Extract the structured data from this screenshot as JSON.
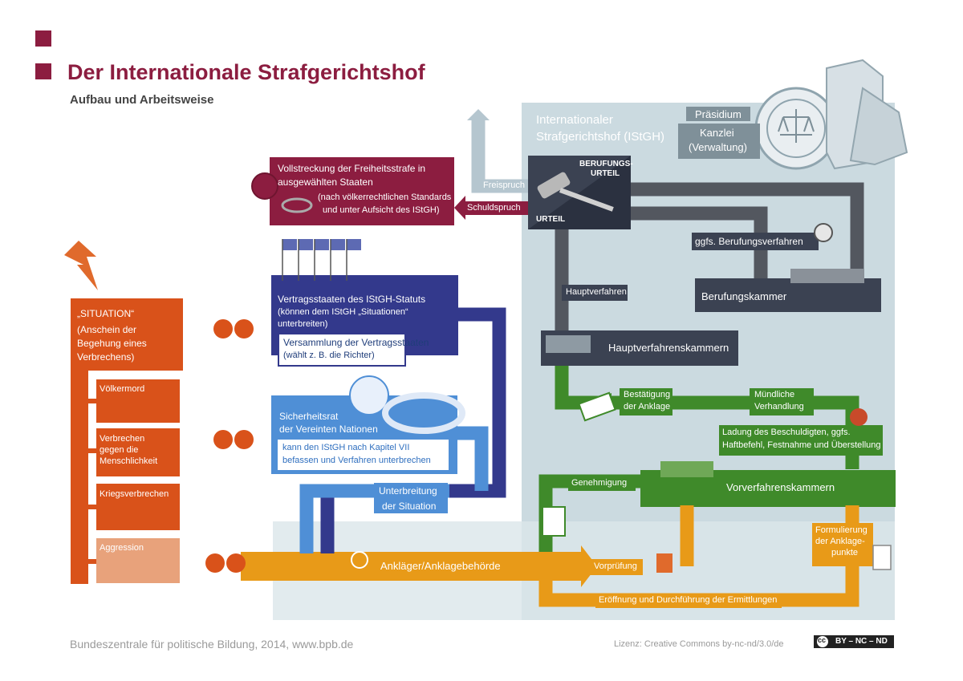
{
  "header": {
    "title": "Der Internationale Strafgerichtshof",
    "subtitle": "Aufbau und Arbeitsweise"
  },
  "court": {
    "name_line1": "Internationaler",
    "name_line2": "Strafgerichtshof (IStGH)",
    "praesidium": "Präsidium",
    "kanzlei_line1": "Kanzlei",
    "kanzlei_line2": "(Verwaltung)",
    "berufungsurteil_line1": "BERUFUNGS-",
    "berufungsurteil_line2": "URTEIL",
    "urteil": "URTEIL",
    "freispruch": "Freispruch",
    "schuldspruch": "Schuldspruch",
    "berufungsverfahren": "ggfs. Berufungsverfahren",
    "berufungskammer": "Berufungskammer",
    "hauptverfahren": "Hauptverfahren",
    "hauptverfahrenskammern": "Hauptverfahrenskammern",
    "bestaetigung_line1": "Bestätigung",
    "bestaetigung_line2": "der Anklage",
    "muendliche_line1": "Mündliche",
    "muendliche_line2": "Verhandlung",
    "ladung_line1": "Ladung des Beschuldigten, ggfs.",
    "ladung_line2": "Haftbefehl, Festnahme und Überstellung",
    "genehmigung": "Genehmigung",
    "vorverfahrenskammern": "Vorverfahrenskammern",
    "formulierung_line1": "Formulierung",
    "formulierung_line2": "der Anklage-",
    "formulierung_line3": "punkte",
    "vorpruefung": "Vorprüfung",
    "ermittlungen": "Eröffnung und Durchführung der Ermittlungen",
    "anklaeger": "Ankläger/Anklagebehörde"
  },
  "vollstreckung": {
    "line1": "Vollstreckung der Freiheitsstrafe in",
    "line2": "ausgewählten Staaten",
    "line3": "(nach völkerrechtlichen Standards",
    "line4": "und unter Aufsicht des IStGH)"
  },
  "vertragsstaaten": {
    "line1": "Vertragsstaaten des IStGH-Statuts",
    "line2": "(können dem IStGH „Situationen“",
    "line3": "unterbreiten)",
    "versammlung_line1": "Versammlung der Vertragsstaaten",
    "versammlung_line2": "(wählt z. B. die Richter)"
  },
  "sicherheitsrat": {
    "line1": "Sicherheitsrat",
    "line2": "der Vereinten Nationen",
    "body_line1": "kann den IStGH nach Kapitel VII",
    "body_line2": "befassen und Verfahren unterbrechen"
  },
  "unterbreitung": {
    "line1": "Unterbreitung",
    "line2": "der Situation"
  },
  "situation": {
    "label": "„SITUATION“",
    "desc_line1": "(Anschein der",
    "desc_line2": "Begehung eines",
    "desc_line3": "Verbrechens)",
    "items": [
      {
        "label": "Völkermord"
      },
      {
        "label_line1": "Verbrechen",
        "label_line2": "gegen die",
        "label_line3": "Menschlichkeit"
      },
      {
        "label": "Kriegsverbrechen"
      },
      {
        "label": "Aggression"
      }
    ]
  },
  "footer": {
    "source": "Bundeszentrale für politische Bildung, 2014, www.bpb.de",
    "license": "Lizenz: Creative Commons by-nc-nd/3.0/de",
    "cc_badge": "BY – NC – ND",
    "cc_logo": "cc"
  },
  "colors": {
    "brand": "#8c1d40",
    "situation_orange": "#d9521a",
    "prosecutor_yellow": "#e89a18",
    "pretrial_green": "#3f8a2a",
    "states_navy": "#33398c",
    "un_blue": "#4f8fd6",
    "court_gray": "#53575f",
    "court_area": "#b9cdd6"
  }
}
